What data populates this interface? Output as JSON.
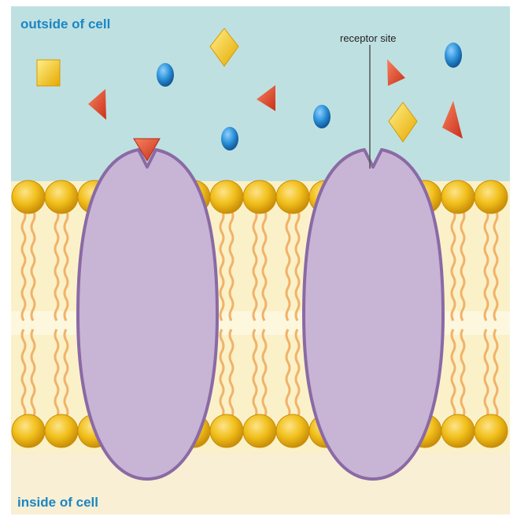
{
  "labels": {
    "outside": "outside of cell",
    "inside": "inside of cell",
    "receptor": "receptor site"
  },
  "colors": {
    "outside_fluid": "#bfe0e1",
    "inside_fluid": "#f8efd4",
    "membrane_core": "#fbf1c9",
    "phospholipid_head": "#f1bf1b",
    "phospholipid_tail": "#f0b36a",
    "protein_fill": "#c8b4d4",
    "protein_outline": "#8a6aa5",
    "label_text": "#1a86c4",
    "triangle": "#e0482c",
    "sphere": "#2a8fd6",
    "diamond": "#f3c400"
  },
  "molecule_shapes": [
    "square",
    "triangle",
    "sphere",
    "diamond"
  ],
  "proteins": [
    {
      "name": "receptor-protein-left",
      "bound_molecule": "triangle"
    },
    {
      "name": "receptor-protein-right",
      "bound_molecule": "none"
    }
  ]
}
